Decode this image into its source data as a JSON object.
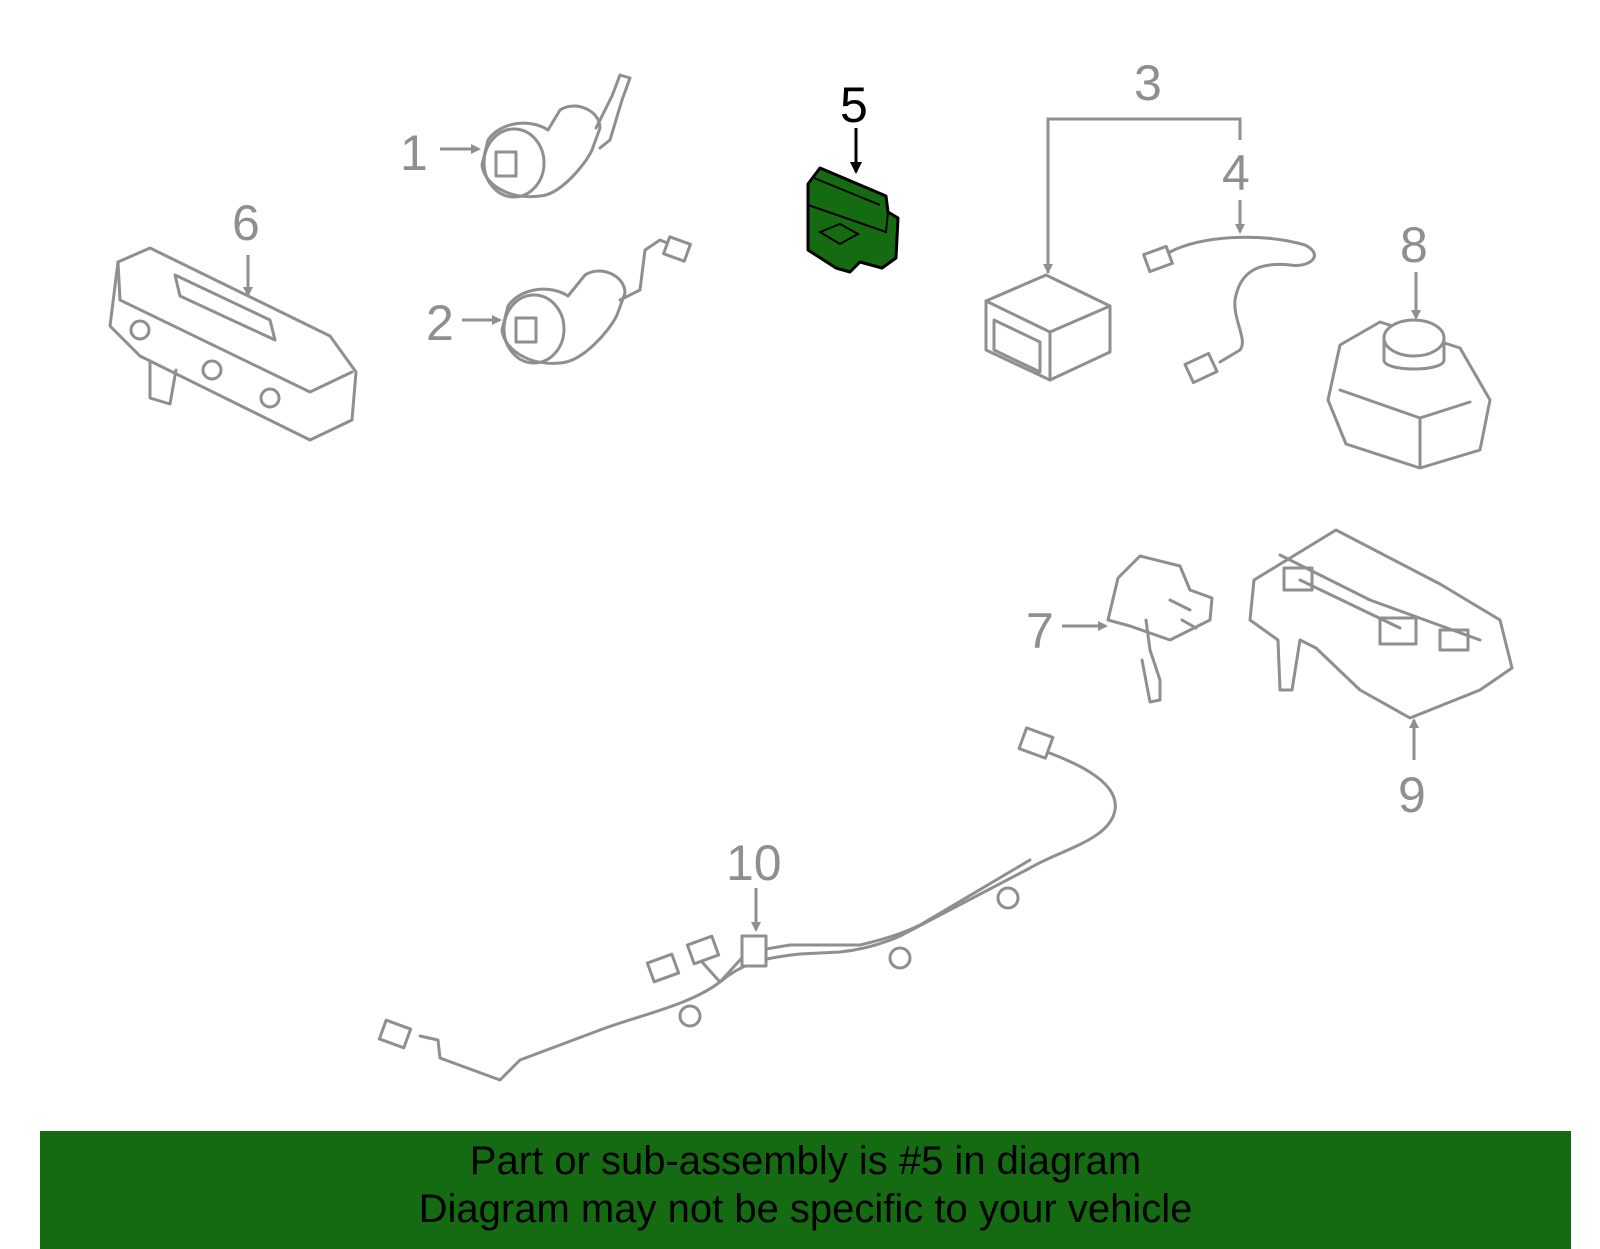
{
  "callouts": {
    "c1": "1",
    "c2": "2",
    "c3": "3",
    "c4": "4",
    "c5": "5",
    "c6": "6",
    "c7": "7",
    "c8": "8",
    "c9": "9",
    "c10": "10"
  },
  "highlight": {
    "part": "5",
    "color": "#156b12"
  },
  "colors": {
    "line": "#8f8f8f",
    "banner": "#156b12",
    "text": "#000000"
  },
  "banner": {
    "line1": "Part or sub-assembly is #5 in diagram",
    "line2": "Diagram may not be specific to your vehicle"
  }
}
